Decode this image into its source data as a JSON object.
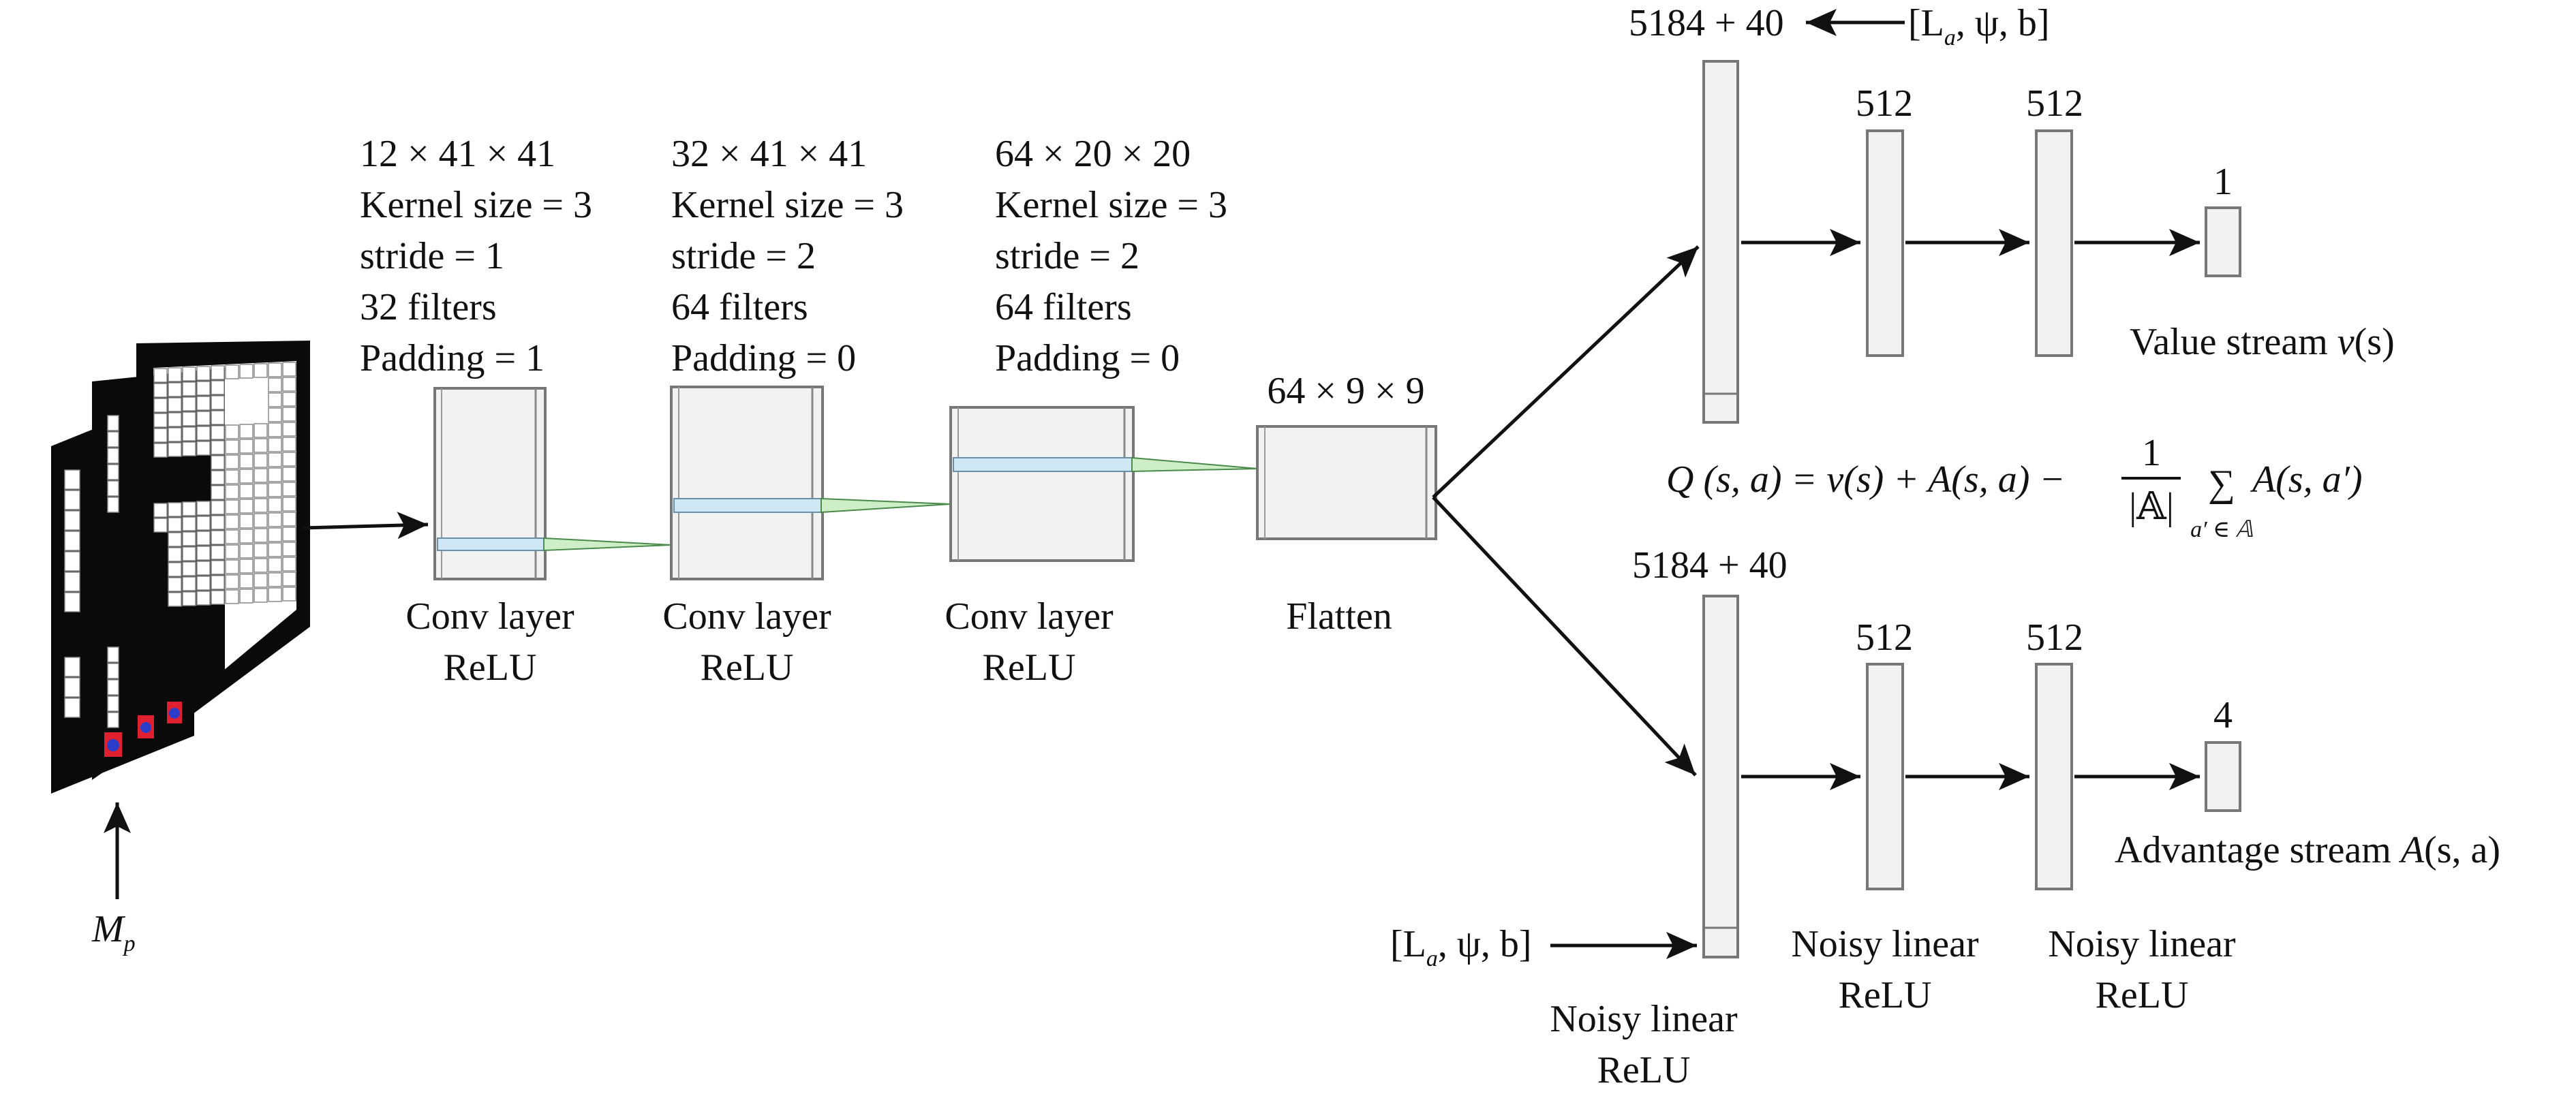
{
  "input": {
    "label_main": "M",
    "label_sub": "p",
    "colors": {
      "wall": "#0a0a0a",
      "cell": "#ffffff",
      "grid": "#8a8a8a",
      "agent_red": "#e0202e",
      "agent_blue": "#2b3cc9"
    }
  },
  "conv_layers": [
    {
      "dims": "12 × 41 × 41",
      "kernel": "Kernel size = 3",
      "stride": "stride = 1",
      "filters": "32 filters",
      "padding": "Padding = 1",
      "name": "Conv layer",
      "activation": "ReLU"
    },
    {
      "dims": "32 × 41 × 41",
      "kernel": "Kernel size = 3",
      "stride": "stride = 2",
      "filters": "64 filters",
      "padding": "Padding = 0",
      "name": "Conv layer",
      "activation": "ReLU"
    },
    {
      "dims": "64 × 20 × 20",
      "kernel": "Kernel size = 3",
      "stride": "stride = 2",
      "filters": "64 filters",
      "padding": "Padding = 0",
      "name": "Conv layer",
      "activation": "ReLU"
    }
  ],
  "flatten": {
    "dims": "64 × 9 × 9",
    "name": "Flatten"
  },
  "value_stream": {
    "input_size": "5184 + 40",
    "extra_input": "[L",
    "extra_input_sub": "a",
    "extra_input_rest": ", ψ, b]",
    "hidden1": "512",
    "hidden2": "512",
    "output_size": "1",
    "label": "Value stream ",
    "label_math": "v",
    "label_math_rest": "(s)"
  },
  "advantage_stream": {
    "input_size": "5184 + 40",
    "extra_input": "[L",
    "extra_input_sub": "a",
    "extra_input_rest": ", ψ, b]",
    "hidden1": "512",
    "hidden2": "512",
    "output_size": "4",
    "label": "Advantage stream ",
    "label_math": "A",
    "label_math_rest": "(s, a)",
    "layer_name": "Noisy linear",
    "activation": "ReLU"
  },
  "equation": {
    "lhs": "Q (s, a) = v(s) + A(s, a) −",
    "frac_num": "1",
    "frac_den": "|𝔸|",
    "sum": "∑",
    "sum_sub": "a′ ∈ 𝔸",
    "rhs": "A(s, a′)"
  },
  "colors": {
    "layer_fill": "#f2f2f2",
    "layer_stroke": "#777777",
    "feature_slice": "#cfe6f5",
    "kernel_cone": "#cdeec6",
    "arrow": "#111111"
  }
}
